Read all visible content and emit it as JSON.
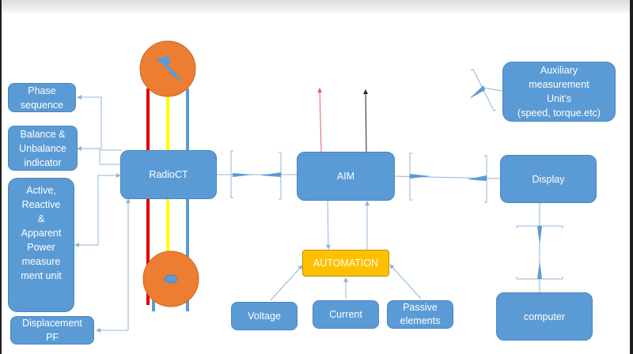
{
  "diagram": {
    "nodes": {
      "phase_sequence": "Phase\nsequence",
      "balance_indicator": "Balance &\nUnbalance\nindicator",
      "power_unit": "Active,\nReactive\n&\nApparent\nPower\nmeasure\nment unit",
      "displacement_pf": "Displacement\nPF",
      "radioct": "RadioCT",
      "aim": "AIM",
      "automation": "AUTOMATION",
      "voltage": "Voltage",
      "current": "Current",
      "passive_elements": "Passive\nelements",
      "auxiliary": "Auxiliary\nmeasurement\nUnit’s\n(speed, torque.etc)",
      "display": "Display",
      "computer": "computer"
    },
    "icons": {
      "source": "lightning-icon",
      "ct_core": "toroid-core-icon"
    },
    "colors": {
      "box_blue": "#5b9bd5",
      "automation_yellow": "#ffc000",
      "circle_orange": "#ed7d31",
      "phase_red": "#e00000",
      "phase_yellow": "#ffff00",
      "phase_blue": "#5b9bd5",
      "connector": "#8fb4d9"
    }
  }
}
